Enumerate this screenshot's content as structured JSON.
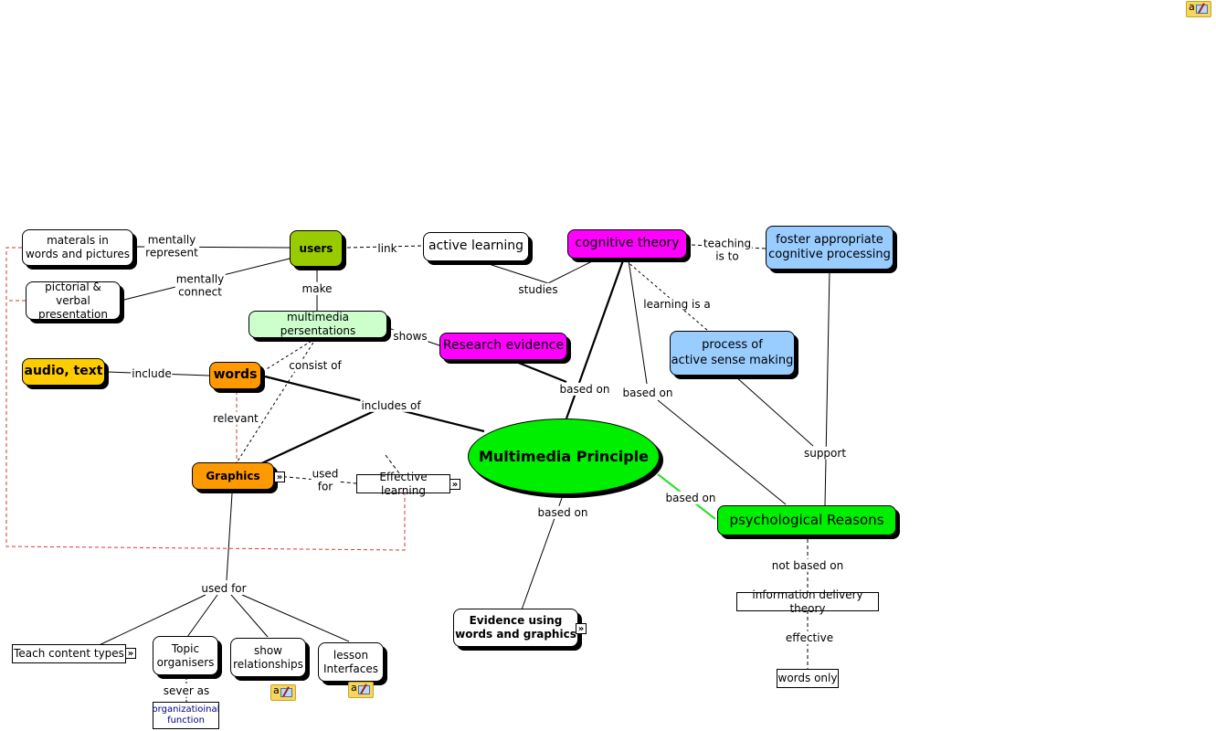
{
  "colors": {
    "green_light": "#99cc00",
    "green_bright": "#00ee00",
    "magenta": "#ff00ff",
    "orange": "#ff9900",
    "yellow": "#ffcc00",
    "blue": "#99ccff",
    "mint": "#ccffcc",
    "relevance_link": "#dd3333"
  },
  "nodes": {
    "materials": "materals in\nwords and pictures",
    "pictorial": "pictorial & verbal\npresentation",
    "users": "users",
    "active_learning": "active learning",
    "cognitive_theory": "cognitive theory",
    "foster": "foster appropriate\ncognitive processing",
    "multimedia_presentations": "multimedia persentations",
    "research_evidence": "Research evidence",
    "process": "process of\nactive sense making",
    "audio_text": "audio, text",
    "words": "words",
    "graphics": "Graphics",
    "effective_learning": "Effective learning",
    "multimedia_principle": "Multimedia Principle",
    "psychological": "psychological Reasons",
    "info_delivery": "information delivery theory",
    "words_only": "words only",
    "evidence": "Evidence using\nwords and graphics",
    "teach_content": "Teach content types",
    "topic_organisers": "Topic\norganisers",
    "show_relationships": "show\nrelationships",
    "lesson_interfaces": "lesson\nInterfaces",
    "org_function": "organizatioinal\nfunction"
  },
  "links": {
    "mentally_represent": "mentally\nrepresent",
    "mentally_connect": "mentally\nconnect",
    "link": "link",
    "make": "make",
    "studies": "studies",
    "teaching_is_to": "teaching\nis to",
    "learning_is_a": "learning is a",
    "shows": "shows",
    "consist_of": "consist of",
    "include": "include",
    "relevant": "relevant",
    "includes_of": "includes of",
    "based_on_1": "based on",
    "based_on_2": "based on",
    "based_on_3": "based on",
    "based_on_4": "based on",
    "support": "support",
    "used_for_1": "used\nfor",
    "used_for_2": "used for",
    "not_based_on": "not based on",
    "effective": "effective",
    "sever_as": "sever as"
  },
  "icons": {
    "expand": "»",
    "note": "a"
  }
}
